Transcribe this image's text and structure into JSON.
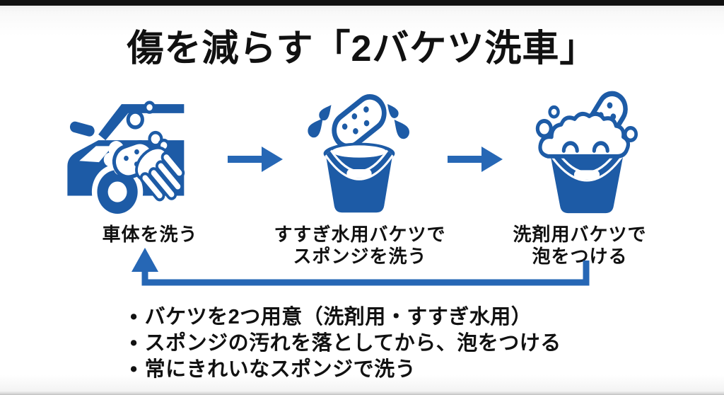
{
  "title": "傷を減らす「2バケツ洗車」",
  "colors": {
    "accent_blue": "#1d5ba6",
    "arrow_blue": "#2667b5",
    "text_color": "#111111",
    "bar_color": "#101010"
  },
  "steps": [
    {
      "icon": "car-wash-icon",
      "lines": [
        "車体を洗う"
      ]
    },
    {
      "icon": "rinse-bucket-icon",
      "lines": [
        "すすぎ水用バケツで",
        "スポンジを洗う"
      ]
    },
    {
      "icon": "foam-bucket-icon",
      "lines": [
        "洗剤用バケツで",
        "泡をつける"
      ]
    }
  ],
  "flow": {
    "forward_arrow_icon": "arrow-right-icon",
    "loop_arrow_icon": "return-arrow-icon"
  },
  "bullet_char": "•",
  "notes": [
    "バケツを2つ用意（洗剤用・すすぎ水用）",
    "スポンジの汚れを落としてから、泡をつける",
    "常にきれいなスポンジで洗う"
  ]
}
